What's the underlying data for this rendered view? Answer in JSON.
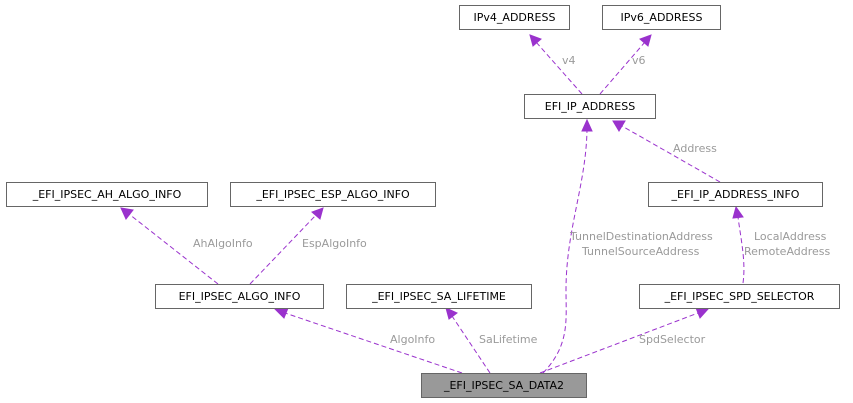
{
  "nodes": {
    "ipv4": "IPv4_ADDRESS",
    "ipv6": "IPv6_ADDRESS",
    "ip_address": "EFI_IP_ADDRESS",
    "ah_algo": "_EFI_IPSEC_AH_ALGO_INFO",
    "esp_algo": "_EFI_IPSEC_ESP_ALGO_INFO",
    "ip_address_info": "_EFI_IP_ADDRESS_INFO",
    "algo_info": "EFI_IPSEC_ALGO_INFO",
    "sa_lifetime": "_EFI_IPSEC_SA_LIFETIME",
    "spd_selector": "_EFI_IPSEC_SPD_SELECTOR",
    "sa_data2": "_EFI_IPSEC_SA_DATA2"
  },
  "edges": {
    "v4": "v4",
    "v6": "v6",
    "address": "Address",
    "ah_algo_info": "AhAlgoInfo",
    "esp_algo_info": "EspAlgoInfo",
    "tunnel_dest": "TunnelDestinationAddress",
    "tunnel_src": "TunnelSourceAddress",
    "local_address": "LocalAddress",
    "remote_address": "RemoteAddress",
    "algo_info": "AlgoInfo",
    "sa_lifetime": "SaLifetime",
    "spd_selector": "SpdSelector"
  },
  "colors": {
    "edge": "#9a32cd",
    "edge_label": "#9a9a9a",
    "root_fill": "#999999",
    "node_border": "#666666"
  }
}
